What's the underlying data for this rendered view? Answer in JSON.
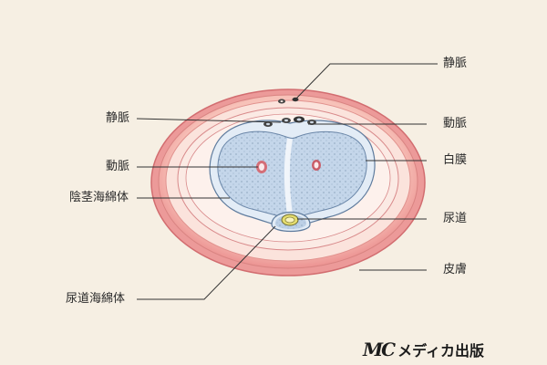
{
  "labels": {
    "vein_top": "静脈",
    "vein_left": "静脈",
    "artery_right": "動脈",
    "artery_left": "動脈",
    "tunica_albuginea": "白膜",
    "corpus_cavernosum": "陰茎海綿体",
    "urethra": "尿道",
    "skin": "皮膚",
    "corpus_spongiosum": "尿道海綿体"
  },
  "logo": {
    "mark": "MC",
    "text": "メディカ出版"
  },
  "colors": {
    "background": "#f6efe3",
    "skin_outer": "#ee9c9c",
    "skin_inner": "#f9d3cb",
    "fascia": "#fbe2da",
    "cavernosum_fill": "#c6d8ea",
    "cavernosum_stroke": "#6c86a8",
    "albuginea": "#e7eff7",
    "urethra": "#e9e27a",
    "artery": "#d7727a"
  }
}
